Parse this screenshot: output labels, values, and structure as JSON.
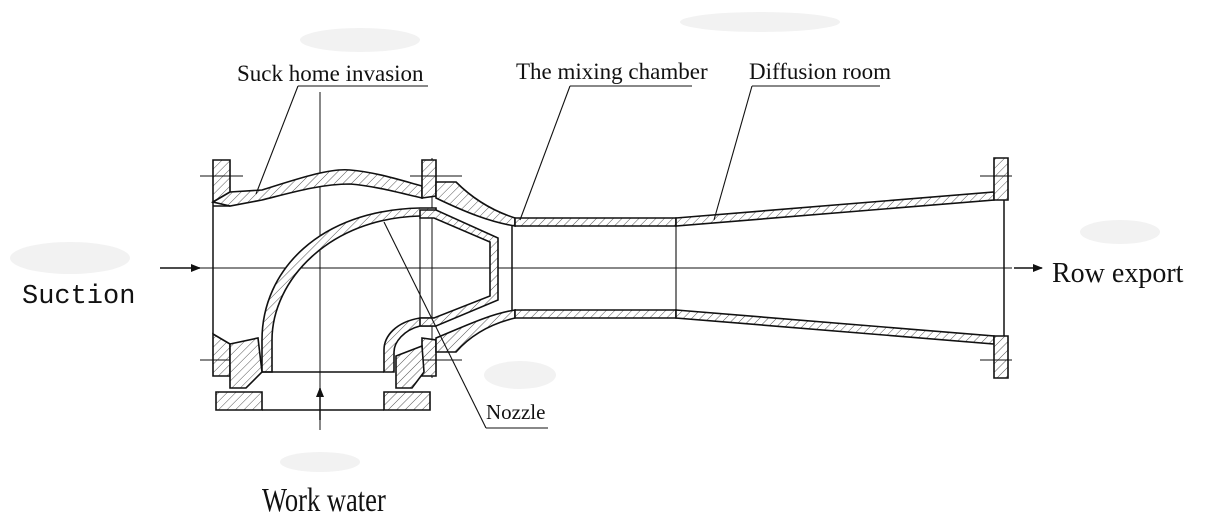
{
  "labels": {
    "suction_chamber": "Suck home invasion",
    "mixing_chamber": "The mixing chamber",
    "diffusion_room": "Diffusion room",
    "suction": "Suction",
    "row_export": "Row export",
    "nozzle": "Nozzle",
    "work_water": "Work water"
  },
  "colors": {
    "line": "#111111",
    "hatch": "#555555",
    "background": "#ffffff"
  }
}
